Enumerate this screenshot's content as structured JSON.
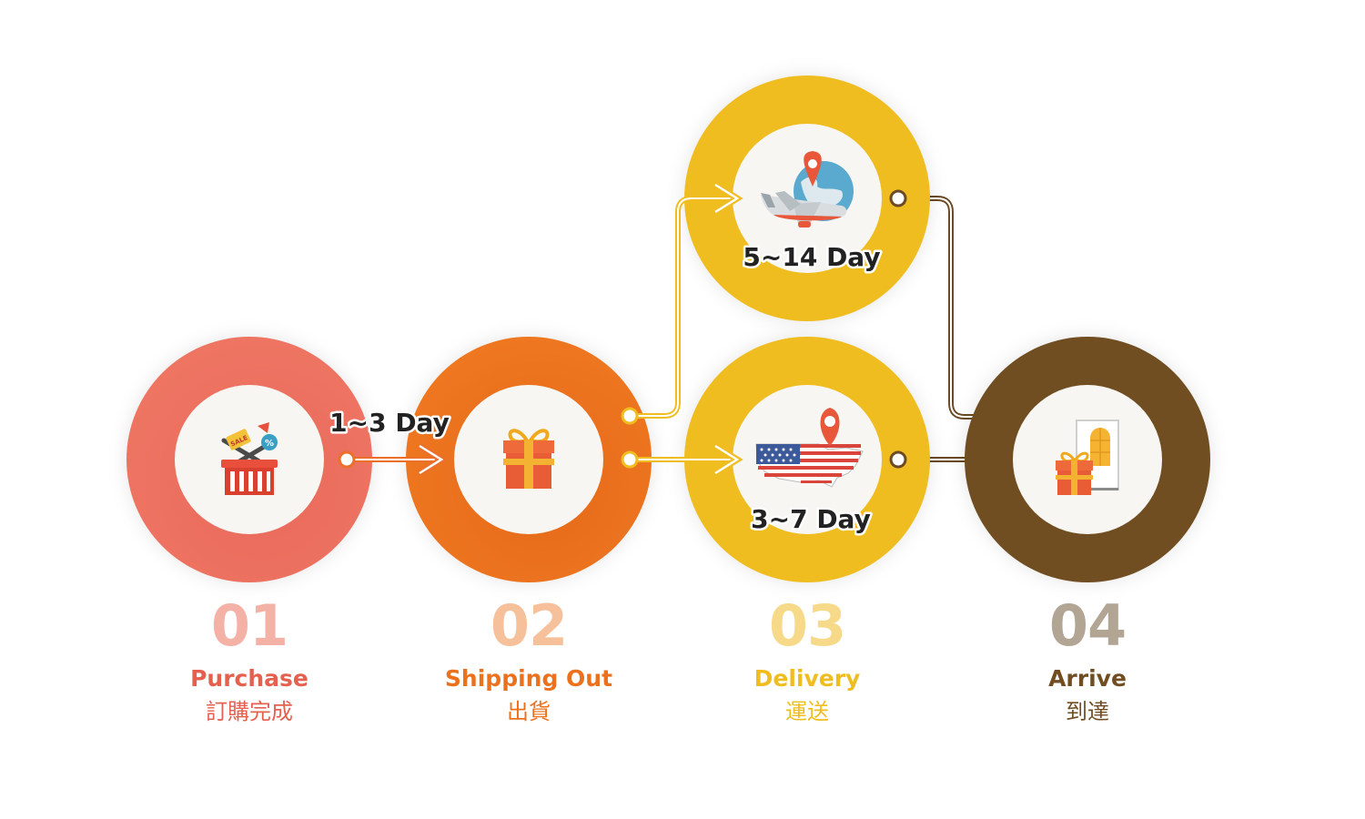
{
  "colors": {
    "step1": "#ee6f5f",
    "step2": "#ec711d",
    "step3": "#f0bd21",
    "step4": "#714e22",
    "step1_light": "#f4b2a6",
    "step2_light": "#f6c09b",
    "step3_light": "#f6d989",
    "step4_light": "#b3a594",
    "inner": "#f7f6f2"
  },
  "steps": [
    {
      "num": "01",
      "title": "Purchase",
      "subtitle": "訂購完成",
      "icon": "shopping-basket-sale-icon"
    },
    {
      "num": "02",
      "title": "Shipping Out",
      "subtitle": "出貨",
      "icon": "gift-box-icon"
    },
    {
      "num": "03",
      "title": "Delivery",
      "subtitle": "運送",
      "icon": "usa-map-pin-icon"
    },
    {
      "num": "04",
      "title": "Arrive",
      "subtitle": "到達",
      "icon": "door-gift-icon"
    }
  ],
  "international": {
    "icon": "airplane-globe-icon",
    "duration": "5~14 Day"
  },
  "durations": {
    "purchase_to_shipping": "1~3 Day",
    "domestic": "3~7 Day"
  }
}
